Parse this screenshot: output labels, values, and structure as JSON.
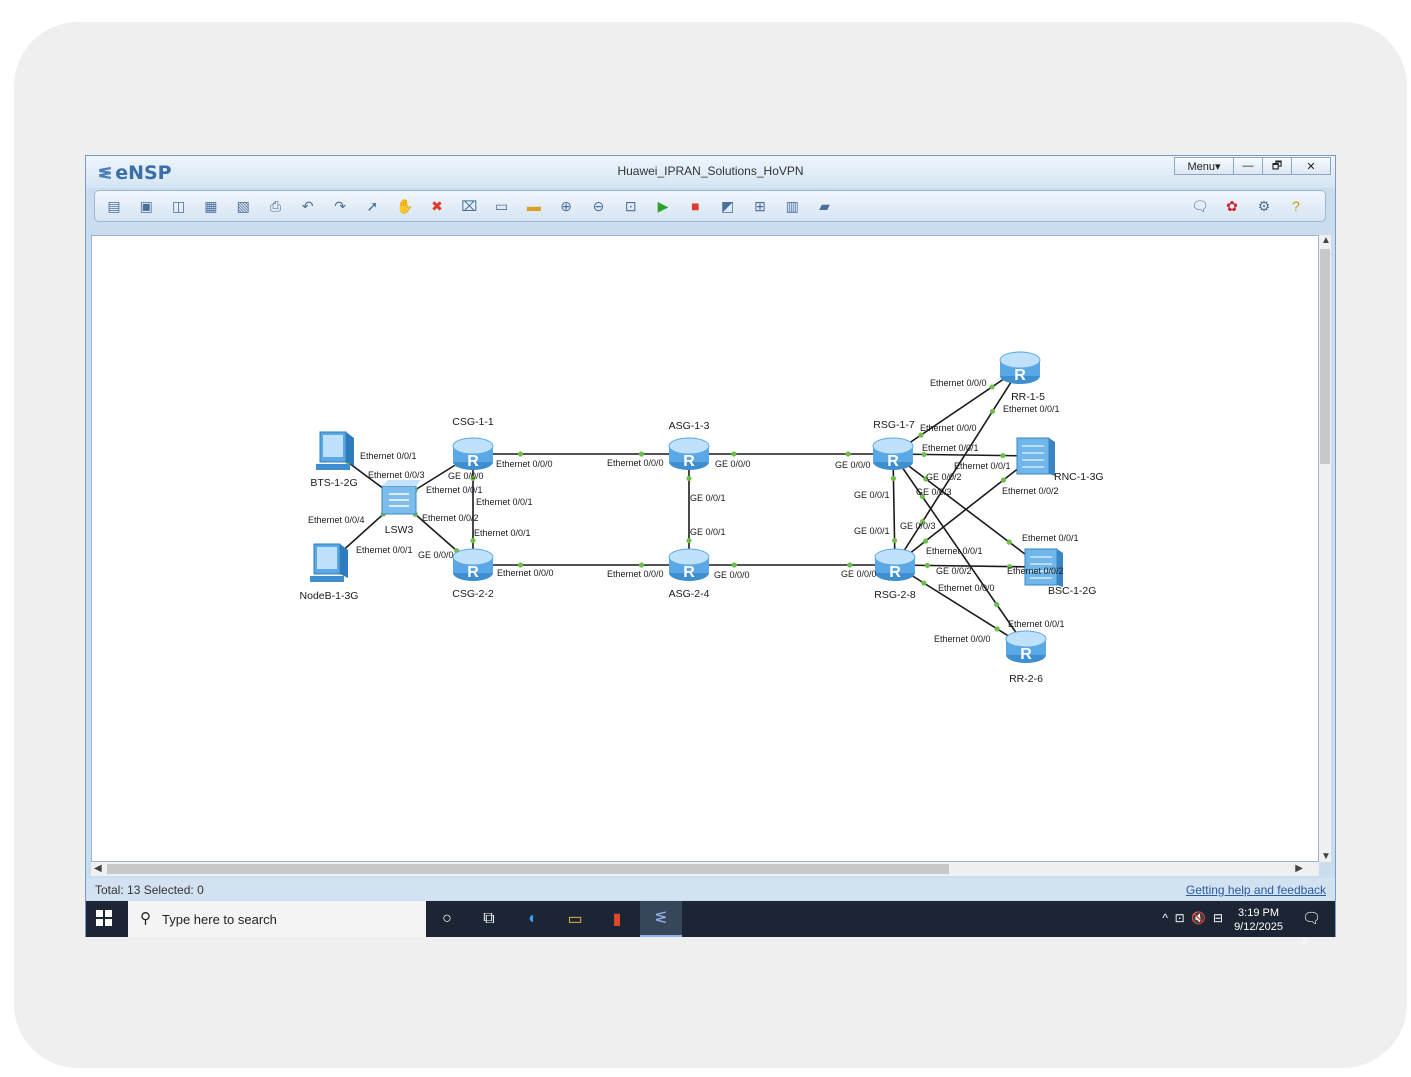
{
  "window": {
    "app_name": "eNSP",
    "title": "Huawei_IPRAN_Solutions_HoVPN",
    "controls": {
      "menu": "Menu▾",
      "minimize": "—",
      "restore": "🗗",
      "close": "✕"
    }
  },
  "toolbar": {
    "left_icons": [
      "new-topology-icon",
      "new-device-icon",
      "open-icon",
      "save-icon",
      "save-as-icon",
      "print-icon",
      "undo-icon",
      "redo-icon",
      "select-icon",
      "pan-hand-icon",
      "delete-icon",
      "delete-all-links-icon",
      "add-text-icon",
      "add-shape-icon",
      "zoom-in-icon",
      "zoom-out-icon",
      "fit-window-icon",
      "start-device-icon",
      "stop-device-icon",
      "capture-icon",
      "topology-icon",
      "grid-icon",
      "cli-icon"
    ],
    "right_icons": [
      "forum-icon",
      "huawei-icon",
      "settings-icon",
      "help-icon"
    ]
  },
  "topology": {
    "nodes": [
      {
        "id": "CSG-1-1",
        "type": "router"
      },
      {
        "id": "CSG-2-2",
        "type": "router"
      },
      {
        "id": "ASG-1-3",
        "type": "router"
      },
      {
        "id": "ASG-2-4",
        "type": "router"
      },
      {
        "id": "RSG-1-7",
        "type": "router"
      },
      {
        "id": "RSG-2-8",
        "type": "router"
      },
      {
        "id": "RR-1-5",
        "type": "router"
      },
      {
        "id": "RR-2-6",
        "type": "router"
      },
      {
        "id": "RNC-1-3G",
        "type": "server"
      },
      {
        "id": "BSC-1-2G",
        "type": "server"
      },
      {
        "id": "LSW3",
        "type": "switch"
      },
      {
        "id": "BTS-1-2G",
        "type": "pc"
      },
      {
        "id": "NodeB-1-3G",
        "type": "pc"
      }
    ],
    "port_labels": [
      "Ethernet 0/0/1",
      "Ethernet 0/0/3",
      "Ethernet 0/0/4",
      "Ethernet 0/0/1",
      "GE 0/0/0",
      "Ethernet 0/0/1",
      "Ethernet 0/0/2",
      "GE 0/0/0",
      "Ethernet 0/0/1",
      "Ethernet 0/0/1",
      "Ethernet 0/0/0",
      "Ethernet 0/0/0",
      "GE 0/0/0",
      "GE 0/0/1",
      "GE 0/0/1",
      "Ethernet 0/0/0",
      "Ethernet 0/0/0",
      "GE 0/0/0",
      "GE 0/0/0",
      "Ethernet 0/0/0",
      "Ethernet 0/0/1",
      "Ethernet 0/0/0",
      "Ethernet 0/0/1",
      "GE 0/0/2",
      "GE 0/0/3",
      "Ethernet 0/0/1",
      "Ethernet 0/0/2",
      "GE 0/0/1",
      "GE 0/0/1",
      "GE 0/0/3",
      "Ethernet 0/0/1",
      "Ethernet 0/0/1",
      "GE 0/0/0",
      "GE 0/0/2",
      "Ethernet 0/0/2",
      "Ethernet 0/0/0",
      "Ethernet 0/0/1",
      "Ethernet 0/0/0"
    ]
  },
  "status": {
    "summary": "Total: 13  Selected: 0",
    "help_link": "Getting help and feedback"
  },
  "taskbar": {
    "search_placeholder": "Type here to search",
    "time": "3:19 PM",
    "date": "9/12/2025",
    "notification_count": "2"
  }
}
